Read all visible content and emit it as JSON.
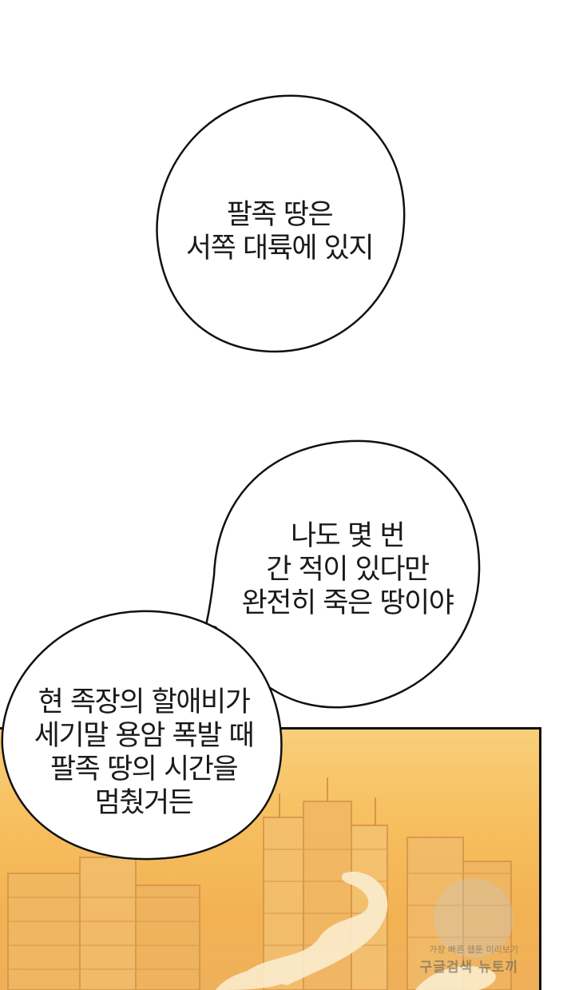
{
  "bubbles": [
    {
      "lines": [
        "팔족 땅은",
        "서쪽 대륙에 있지"
      ]
    },
    {
      "lines": [
        "나도 몇 번",
        "간 적이 있다만",
        "완전히 죽은 땅이야"
      ]
    },
    {
      "lines": [
        "현 족장의 할애비가",
        "세기말 용암 폭발 때",
        "팔족 땅의 시간을",
        "멈췄거든"
      ]
    }
  ],
  "watermark": {
    "top": "가장 빠른 웹툰 미리보기",
    "bottom": "구글검색 뉴토끼"
  },
  "colors": {
    "panel_sky": "#f7bf5f",
    "panel_border": "#111111",
    "bubble_fill": "#ffffff",
    "bubble_stroke": "#111111"
  }
}
